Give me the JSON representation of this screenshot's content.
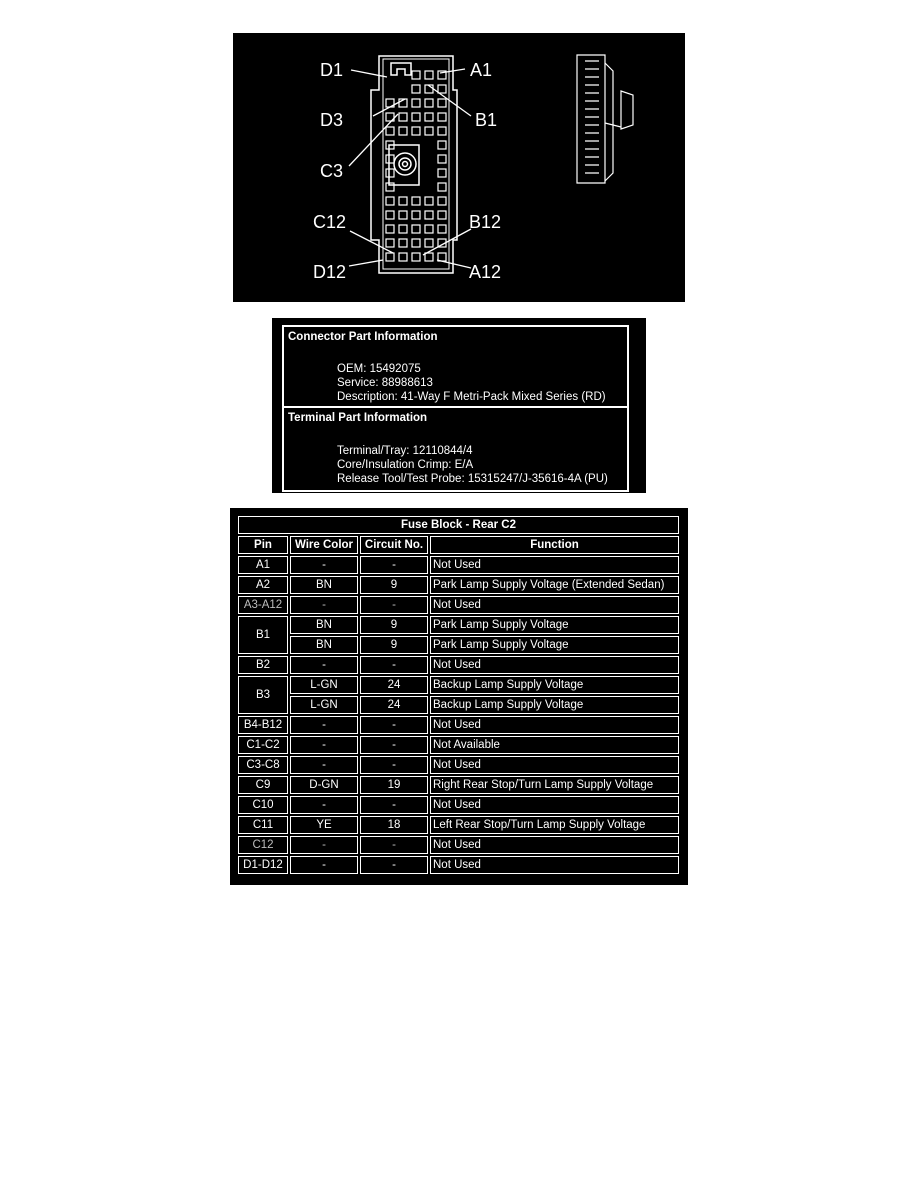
{
  "diagram": {
    "labels": {
      "d1": "D1",
      "a1": "A1",
      "d3": "D3",
      "b1": "B1",
      "c3": "C3",
      "c12": "C12",
      "b12": "B12",
      "d12": "D12",
      "a12": "A12"
    }
  },
  "connector_info": {
    "heading": "Connector Part Information",
    "oem": "OEM: 15492075",
    "service": "Service: 88988613",
    "description": "Description: 41-Way F Metri-Pack Mixed Series (RD)"
  },
  "terminal_info": {
    "heading": "Terminal Part Information",
    "terminal": "Terminal/Tray: 12110844/4",
    "crimp": "Core/Insulation Crimp: E/A",
    "tool": "Release Tool/Test Probe: 15315247/J-35616-4A (PU)"
  },
  "table": {
    "title": "Fuse Block - Rear C2",
    "headers": {
      "pin": "Pin",
      "color": "Wire Color",
      "circuit": "Circuit No.",
      "function": "Function"
    },
    "rows": [
      {
        "pin": "A1",
        "color": "-",
        "circuit": "-",
        "function": "Not Used"
      },
      {
        "pin": "A2",
        "color": "BN",
        "circuit": "9",
        "function": "Park Lamp Supply Voltage (Extended Sedan)"
      },
      {
        "pin": "A3-A12",
        "color": "-",
        "circuit": "-",
        "function": "Not Used"
      },
      {
        "pin": "B1",
        "color": "BN",
        "circuit": "9",
        "function": "Park Lamp Supply Voltage"
      },
      {
        "color": "BN",
        "circuit": "9",
        "function": "Park Lamp Supply Voltage"
      },
      {
        "pin": "B2",
        "color": "-",
        "circuit": "-",
        "function": "Not Used"
      },
      {
        "pin": "B3",
        "color": "L-GN",
        "circuit": "24",
        "function": "Backup Lamp Supply Voltage"
      },
      {
        "color": "L-GN",
        "circuit": "24",
        "function": "Backup Lamp Supply Voltage"
      },
      {
        "pin": "B4-B12",
        "color": "-",
        "circuit": "-",
        "function": "Not Used"
      },
      {
        "pin": "C1-C2",
        "color": "-",
        "circuit": "-",
        "function": "Not Available"
      },
      {
        "pin": "C3-C8",
        "color": "-",
        "circuit": "-",
        "function": "Not Used"
      },
      {
        "pin": "C9",
        "color": "D-GN",
        "circuit": "19",
        "function": "Right Rear Stop/Turn Lamp Supply Voltage"
      },
      {
        "pin": "C10",
        "color": "-",
        "circuit": "-",
        "function": "Not Used"
      },
      {
        "pin": "C11",
        "color": "YE",
        "circuit": "18",
        "function": "Left Rear Stop/Turn Lamp Supply Voltage"
      },
      {
        "pin": "C12",
        "color": "-",
        "circuit": "-",
        "function": "Not Used"
      },
      {
        "pin": "D1-D12",
        "color": "-",
        "circuit": "-",
        "function": "Not Used"
      }
    ]
  }
}
